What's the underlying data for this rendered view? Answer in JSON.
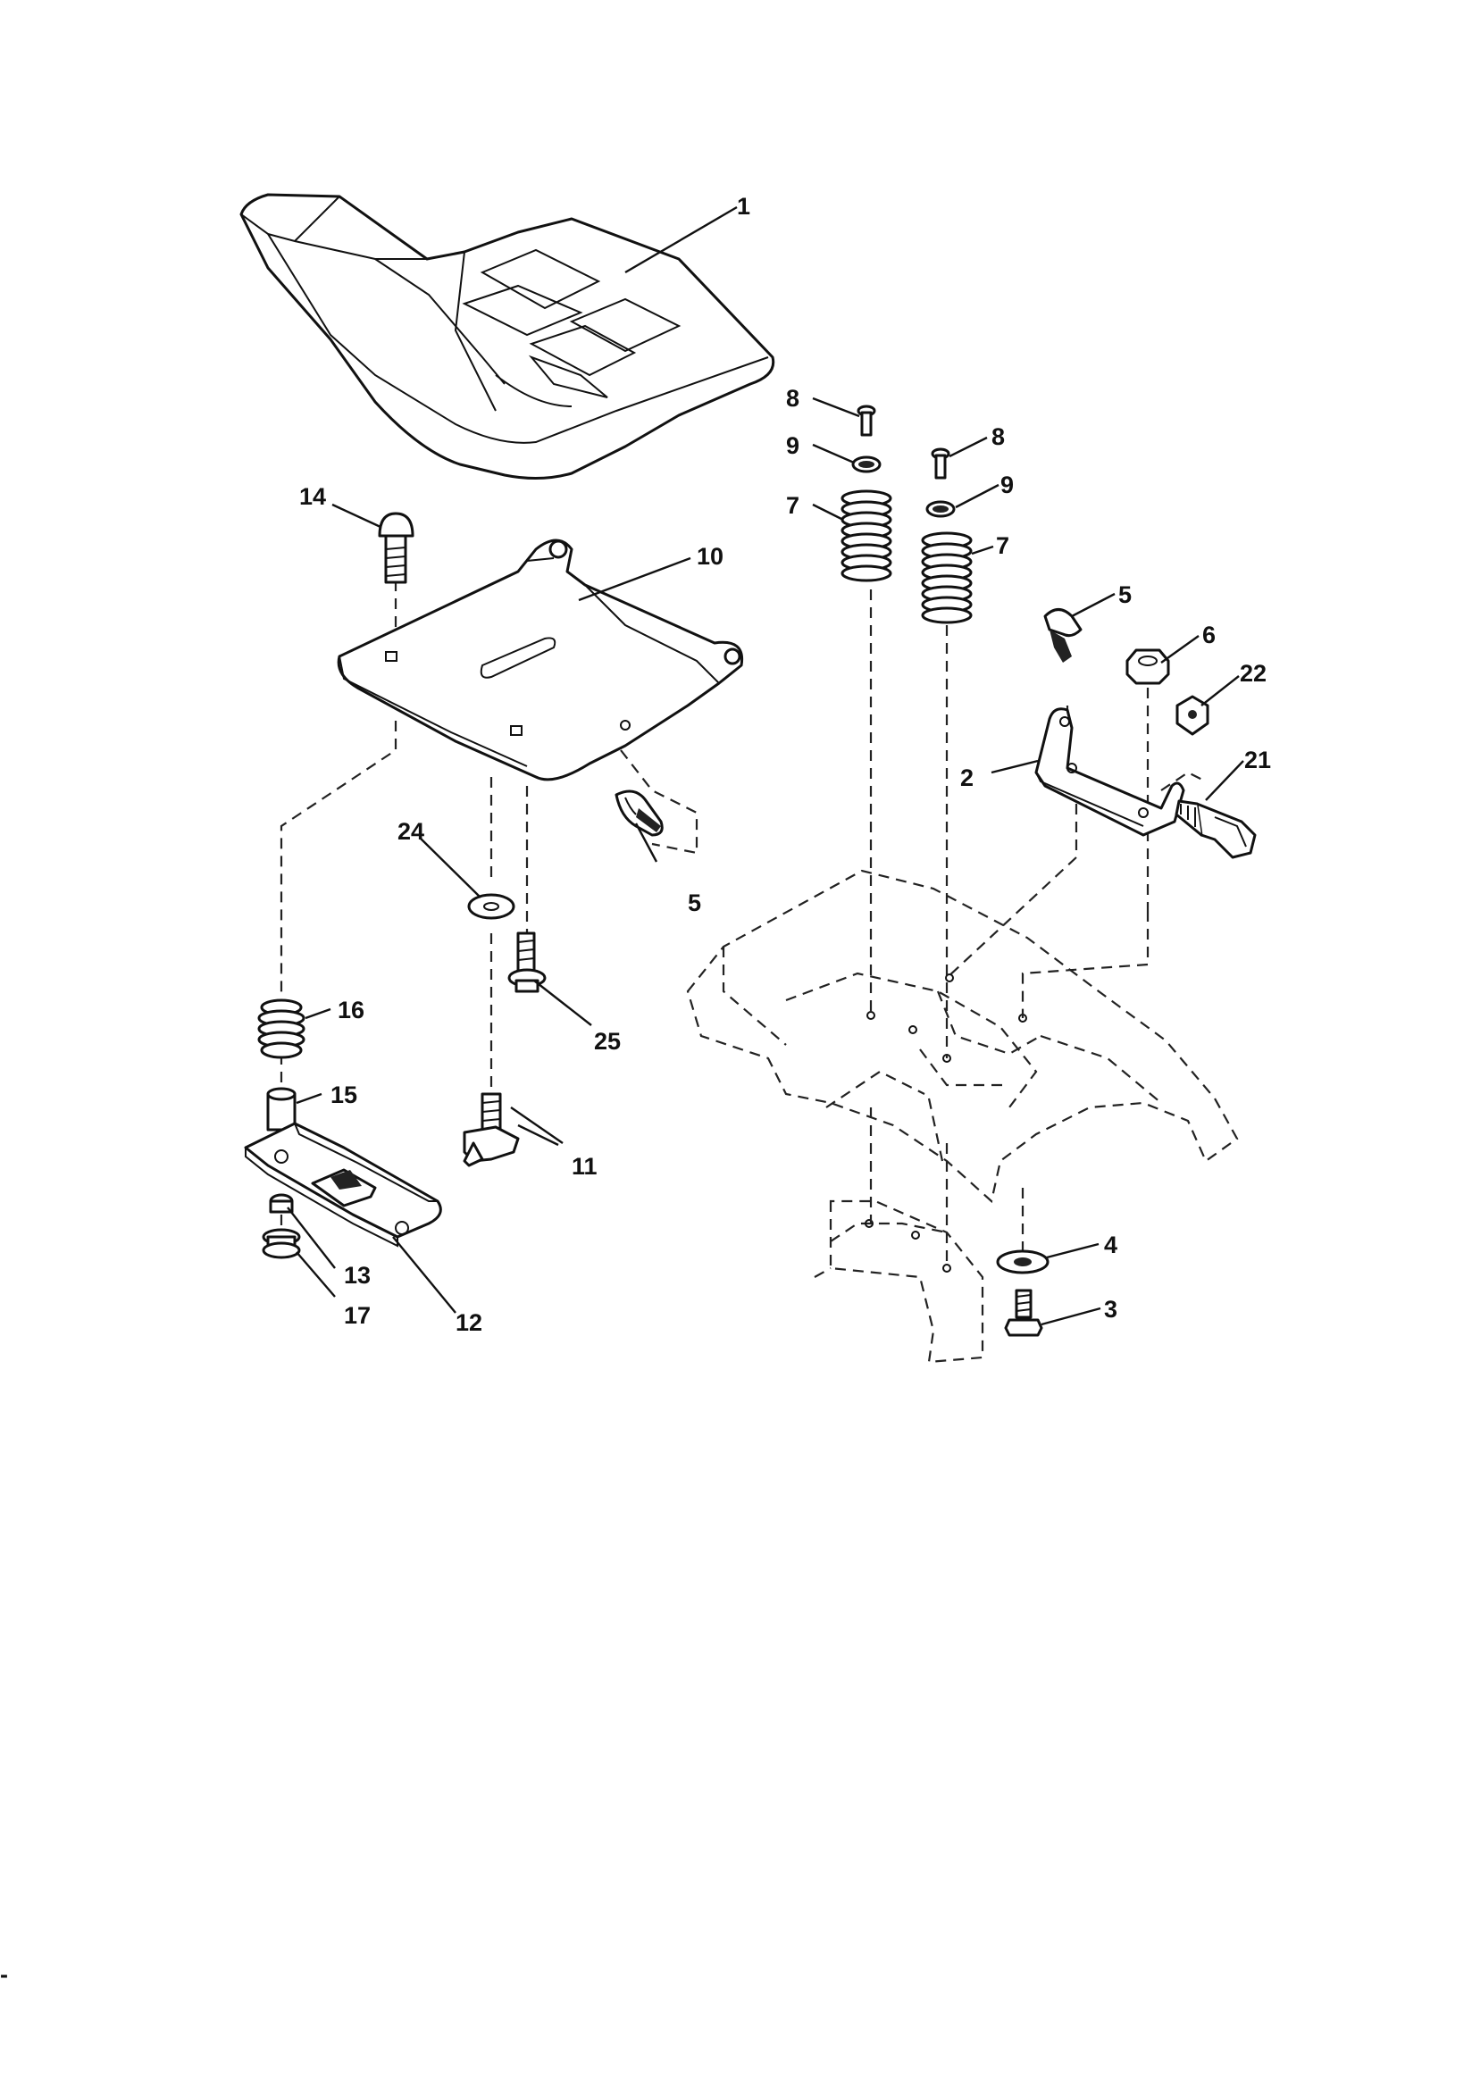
{
  "callouts": {
    "seat": "1",
    "bracket_right": "2",
    "hex_bolt": "3",
    "flat_washer": "4",
    "clip_upper": "5",
    "clip_lower": "5",
    "lock_nut": "6",
    "spring_left": "7",
    "spring_right": "7",
    "bolt_left": "8",
    "bolt_right": "8",
    "washer_left": "9",
    "washer_right": "9",
    "seat_pan": "10",
    "wing_knob": "11",
    "slide_plate": "12",
    "nut_13": "13",
    "carriage_bolt": "14",
    "spacer": "15",
    "small_spring": "16",
    "flange_nut": "17",
    "shoulder_bolt": "21",
    "nut_22": "22",
    "washer_24": "24",
    "screw_25": "25"
  },
  "margin_mark": "-"
}
